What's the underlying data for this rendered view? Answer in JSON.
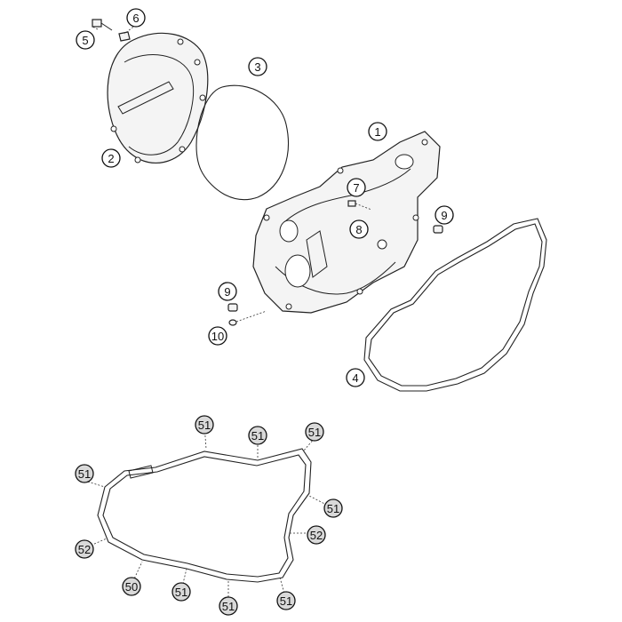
{
  "diagram": {
    "callouts": [
      {
        "id": "c1",
        "label": "1",
        "grey": false
      },
      {
        "id": "c2",
        "label": "2",
        "grey": false
      },
      {
        "id": "c3",
        "label": "3",
        "grey": false
      },
      {
        "id": "c4",
        "label": "4",
        "grey": false
      },
      {
        "id": "c5",
        "label": "5",
        "grey": false
      },
      {
        "id": "c6",
        "label": "6",
        "grey": false
      },
      {
        "id": "c7",
        "label": "7",
        "grey": false
      },
      {
        "id": "c8",
        "label": "8",
        "grey": false
      },
      {
        "id": "c9a",
        "label": "9",
        "grey": false
      },
      {
        "id": "c9b",
        "label": "9",
        "grey": false
      },
      {
        "id": "c10",
        "label": "10",
        "grey": false
      },
      {
        "id": "g51a",
        "label": "51",
        "grey": true
      },
      {
        "id": "g51b",
        "label": "51",
        "grey": true
      },
      {
        "id": "g51c",
        "label": "51",
        "grey": true
      },
      {
        "id": "g51d",
        "label": "51",
        "grey": true
      },
      {
        "id": "g51e",
        "label": "51",
        "grey": true
      },
      {
        "id": "g52a",
        "label": "52",
        "grey": true
      },
      {
        "id": "g52b",
        "label": "52",
        "grey": true
      },
      {
        "id": "g50",
        "label": "50",
        "grey": true
      },
      {
        "id": "g51f",
        "label": "51",
        "grey": true
      },
      {
        "id": "g51g",
        "label": "51",
        "grey": true
      },
      {
        "id": "g51h",
        "label": "51",
        "grey": true
      }
    ]
  }
}
